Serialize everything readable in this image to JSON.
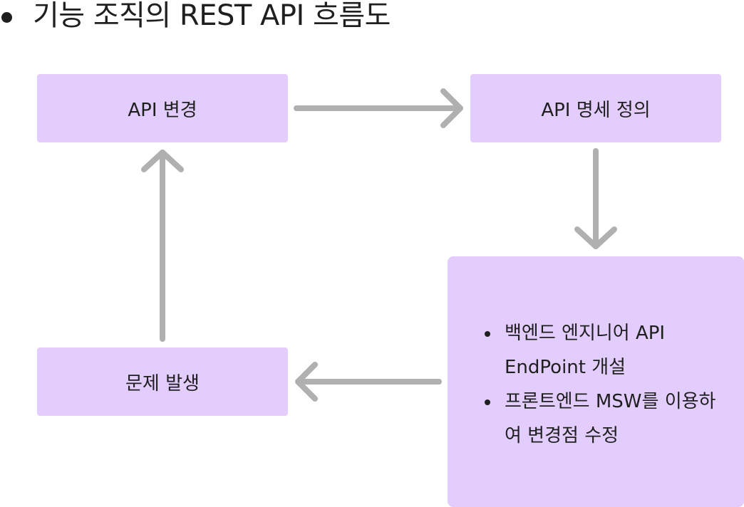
{
  "title": "기능 조직의 REST API 흐름도",
  "boxes": {
    "api_change": "API 변경",
    "api_spec": "API 명세 정의",
    "problem": "문제 발생"
  },
  "implementation": {
    "items": [
      "백엔드 엔지니어 API EndPoint 개설",
      "프론트엔드 MSW를 이용하여 변경점 수정"
    ]
  },
  "colors": {
    "box_fill": "#e2cdfd",
    "arrow": "#b0b0b0",
    "text": "#1f1f1f"
  }
}
